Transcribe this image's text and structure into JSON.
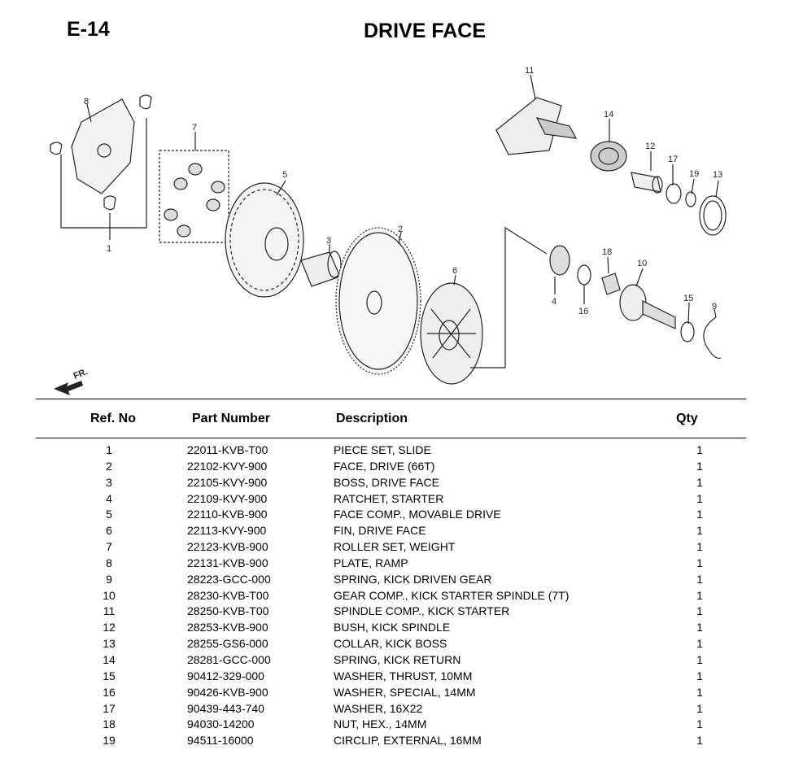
{
  "header": {
    "section_code": "E-14",
    "title": "DRIVE FACE"
  },
  "diagram": {
    "front_marker": "FR.",
    "callouts": [
      "1",
      "2",
      "3",
      "4",
      "5",
      "6",
      "7",
      "8",
      "9",
      "10",
      "11",
      "12",
      "13",
      "14",
      "15",
      "16",
      "17",
      "18",
      "19"
    ]
  },
  "table": {
    "columns": {
      "ref": "Ref. No",
      "part_number": "Part Number",
      "description": "Description",
      "qty": "Qty"
    },
    "rows": [
      {
        "ref": "1",
        "part_number": "22011-KVB-T00",
        "description": "PIECE SET, SLIDE",
        "qty": "1"
      },
      {
        "ref": "2",
        "part_number": "22102-KVY-900",
        "description": "FACE, DRIVE (66T)",
        "qty": "1"
      },
      {
        "ref": "3",
        "part_number": "22105-KVY-900",
        "description": "BOSS, DRIVE FACE",
        "qty": "1"
      },
      {
        "ref": "4",
        "part_number": "22109-KVY-900",
        "description": "RATCHET, STARTER",
        "qty": "1"
      },
      {
        "ref": "5",
        "part_number": "22110-KVB-900",
        "description": "FACE COMP., MOVABLE DRIVE",
        "qty": "1"
      },
      {
        "ref": "6",
        "part_number": "22113-KVY-900",
        "description": "FIN, DRIVE FACE",
        "qty": "1"
      },
      {
        "ref": "7",
        "part_number": "22123-KVB-900",
        "description": "ROLLER SET, WEIGHT",
        "qty": "1"
      },
      {
        "ref": "8",
        "part_number": "22131-KVB-900",
        "description": "PLATE, RAMP",
        "qty": "1"
      },
      {
        "ref": "9",
        "part_number": "28223-GCC-000",
        "description": "SPRING, KICK DRIVEN GEAR",
        "qty": "1"
      },
      {
        "ref": "10",
        "part_number": "28230-KVB-T00",
        "description": "GEAR COMP., KICK STARTER SPINDLE (7T)",
        "qty": "1"
      },
      {
        "ref": "11",
        "part_number": "28250-KVB-T00",
        "description": "SPINDLE COMP., KICK STARTER",
        "qty": "1"
      },
      {
        "ref": "12",
        "part_number": "28253-KVB-900",
        "description": "BUSH, KICK SPINDLE",
        "qty": "1"
      },
      {
        "ref": "13",
        "part_number": "28255-GS6-000",
        "description": "COLLAR, KICK BOSS",
        "qty": "1"
      },
      {
        "ref": "14",
        "part_number": "28281-GCC-000",
        "description": "SPRING, KICK RETURN",
        "qty": "1"
      },
      {
        "ref": "15",
        "part_number": "90412-329-000",
        "description": "WASHER, THRUST, 10MM",
        "qty": "1"
      },
      {
        "ref": "16",
        "part_number": "90426-KVB-900",
        "description": "WASHER, SPECIAL, 14MM",
        "qty": "1"
      },
      {
        "ref": "17",
        "part_number": "90439-443-740",
        "description": "WASHER, 16X22",
        "qty": "1"
      },
      {
        "ref": "18",
        "part_number": "94030-14200",
        "description": "NUT, HEX., 14MM",
        "qty": "1"
      },
      {
        "ref": "19",
        "part_number": "94511-16000",
        "description": "CIRCLIP, EXTERNAL, 16MM",
        "qty": "1"
      }
    ]
  }
}
